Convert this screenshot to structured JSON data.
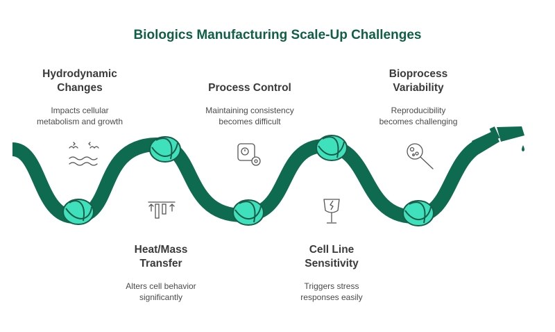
{
  "title": "Biologics Manufacturing Scale-Up Challenges",
  "colors": {
    "pipe": "#0e6b50",
    "knot": "#3fe0bc",
    "knot_outline": "#1a5c47",
    "icon": "#555555",
    "title": "#0f5e45"
  },
  "challenges": [
    {
      "head1": "Hydrodynamic",
      "head2": "Changes",
      "desc1": "Impacts cellular",
      "desc2": "metabolism and growth",
      "icon": "waves-arrows-icon"
    },
    {
      "head1": "Heat/Mass",
      "head2": "Transfer",
      "desc1": "Alters cell behavior",
      "desc2": "significantly",
      "icon": "transfer-bars-icon"
    },
    {
      "head1": "Process Control",
      "head2": "",
      "desc1": "Maintaining consistency",
      "desc2": "becomes difficult",
      "icon": "control-gear-icon"
    },
    {
      "head1": "Cell Line",
      "head2": "Sensitivity",
      "desc1": "Triggers stress",
      "desc2": "responses easily",
      "icon": "cracked-glass-icon"
    },
    {
      "head1": "Bioprocess",
      "head2": "Variability",
      "desc1": "Reproducibility",
      "desc2": "becomes challenging",
      "icon": "petri-magnifier-icon"
    }
  ]
}
